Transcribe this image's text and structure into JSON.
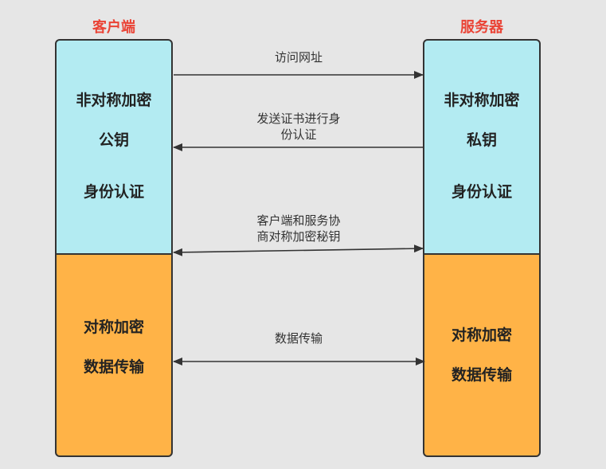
{
  "client": {
    "title": "客户端",
    "top_lines": [
      "非对称加密",
      "公钥",
      "身份认证"
    ],
    "bottom_lines": [
      "对称加密",
      "数据传输"
    ]
  },
  "server": {
    "title": "服务器",
    "top_lines": [
      "非对称加密",
      "私钥",
      "身份认证"
    ],
    "bottom_lines": [
      "对称加密",
      "数据传输"
    ]
  },
  "messages": [
    {
      "lines": [
        "访问网址"
      ],
      "direction": "to-server"
    },
    {
      "lines": [
        "发送证书进行身",
        "份认证"
      ],
      "direction": "to-client"
    },
    {
      "lines": [
        "客户端和服务协",
        "商对称加密秘钥"
      ],
      "direction": "both"
    },
    {
      "lines": [
        "数据传输"
      ],
      "direction": "both"
    }
  ],
  "colors": {
    "title": "#ea4335",
    "top_fill": "#b3ebf2",
    "bottom_fill": "#ffb347",
    "border": "#333333",
    "background": "#e6e6e6"
  }
}
